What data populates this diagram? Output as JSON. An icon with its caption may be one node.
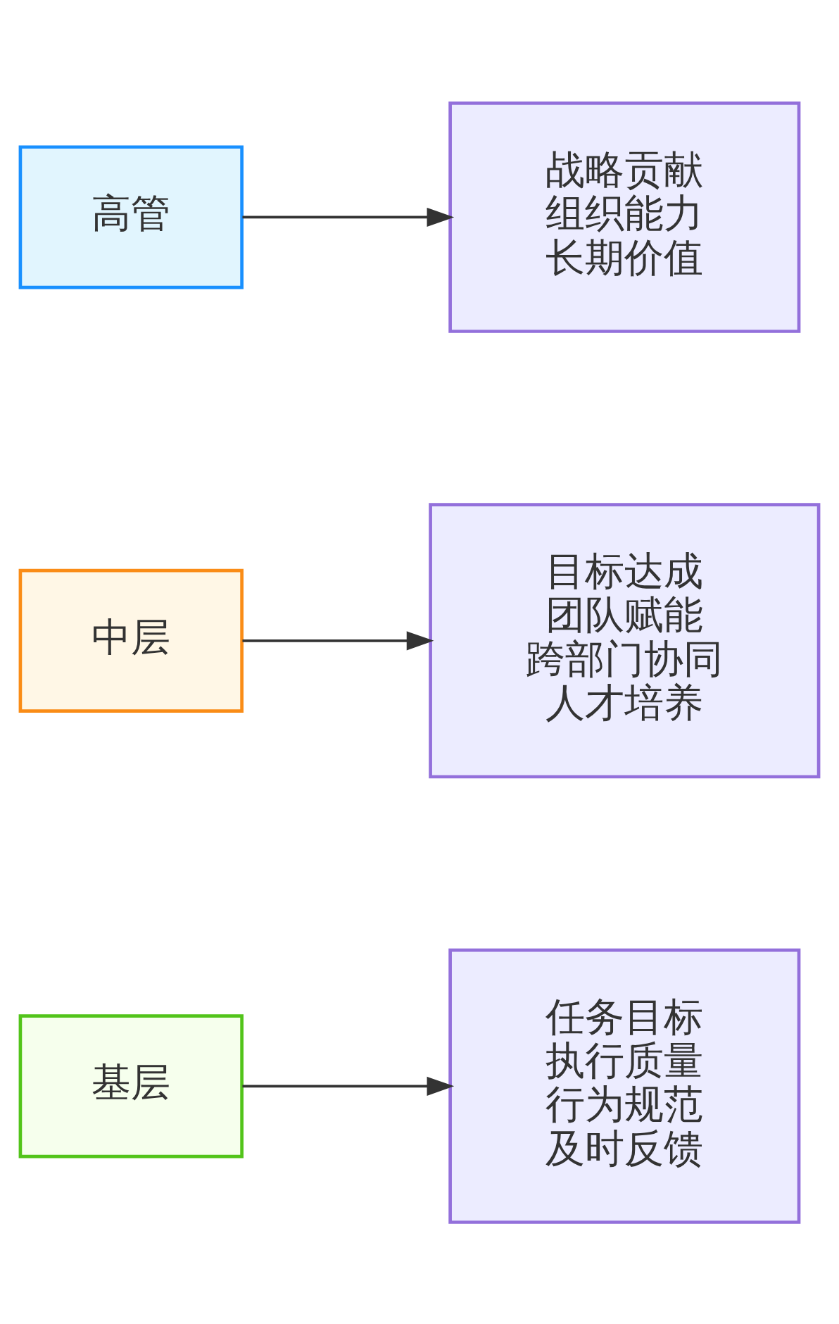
{
  "diagram": {
    "nodes": [
      {
        "text": [
          "高管"
        ]
      },
      {
        "text": [
          "战略贡献",
          "组织能力",
          "长期价值"
        ]
      },
      {
        "text": [
          "中层"
        ]
      },
      {
        "text": [
          "目标达成",
          "团队赋能",
          "跨部门协同",
          "人才培养"
        ]
      },
      {
        "text": [
          "基层"
        ]
      },
      {
        "text": [
          "任务目标",
          "执行质量",
          "行为规范",
          "及时反馈"
        ]
      }
    ],
    "edges": [
      {
        "from": 0,
        "to": 1,
        "arrow": "to"
      },
      {
        "from": 2,
        "to": 3,
        "arrow": "to"
      },
      {
        "from": 4,
        "to": 5,
        "arrow": "to"
      }
    ]
  }
}
